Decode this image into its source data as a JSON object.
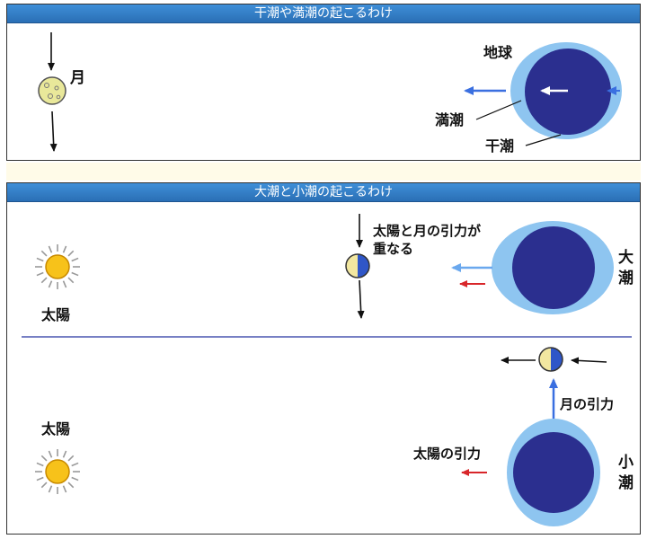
{
  "top_panel": {
    "title": "干潮や満潮の起こるわけ",
    "moon_label": "月",
    "earth_label": "地球",
    "high_tide_label": "満潮",
    "low_tide_label": "干潮"
  },
  "bottom_panel": {
    "title": "大潮と小潮の起こるわけ",
    "spring": {
      "sun_label": "太陽",
      "note_line1": "太陽と月の引力が",
      "note_line2": "重なる",
      "tide_char1": "大",
      "tide_char2": "潮"
    },
    "neap": {
      "sun_label": "太陽",
      "moon_pull_label": "月の引力",
      "sun_pull_label": "太陽の引力",
      "tide_char1": "小",
      "tide_char2": "潮"
    }
  },
  "colors": {
    "header_blue": "#2f7cc9",
    "ocean_light_blue": "#8ec5f0",
    "earth_dark_blue": "#2b2f8f",
    "sun_yellow": "#f7c21a",
    "moon_yellow": "#e9e89a",
    "arrow_blue": "#3a6fe0",
    "arrow_red": "#d8262a",
    "divider_blue": "#4a56b0"
  }
}
